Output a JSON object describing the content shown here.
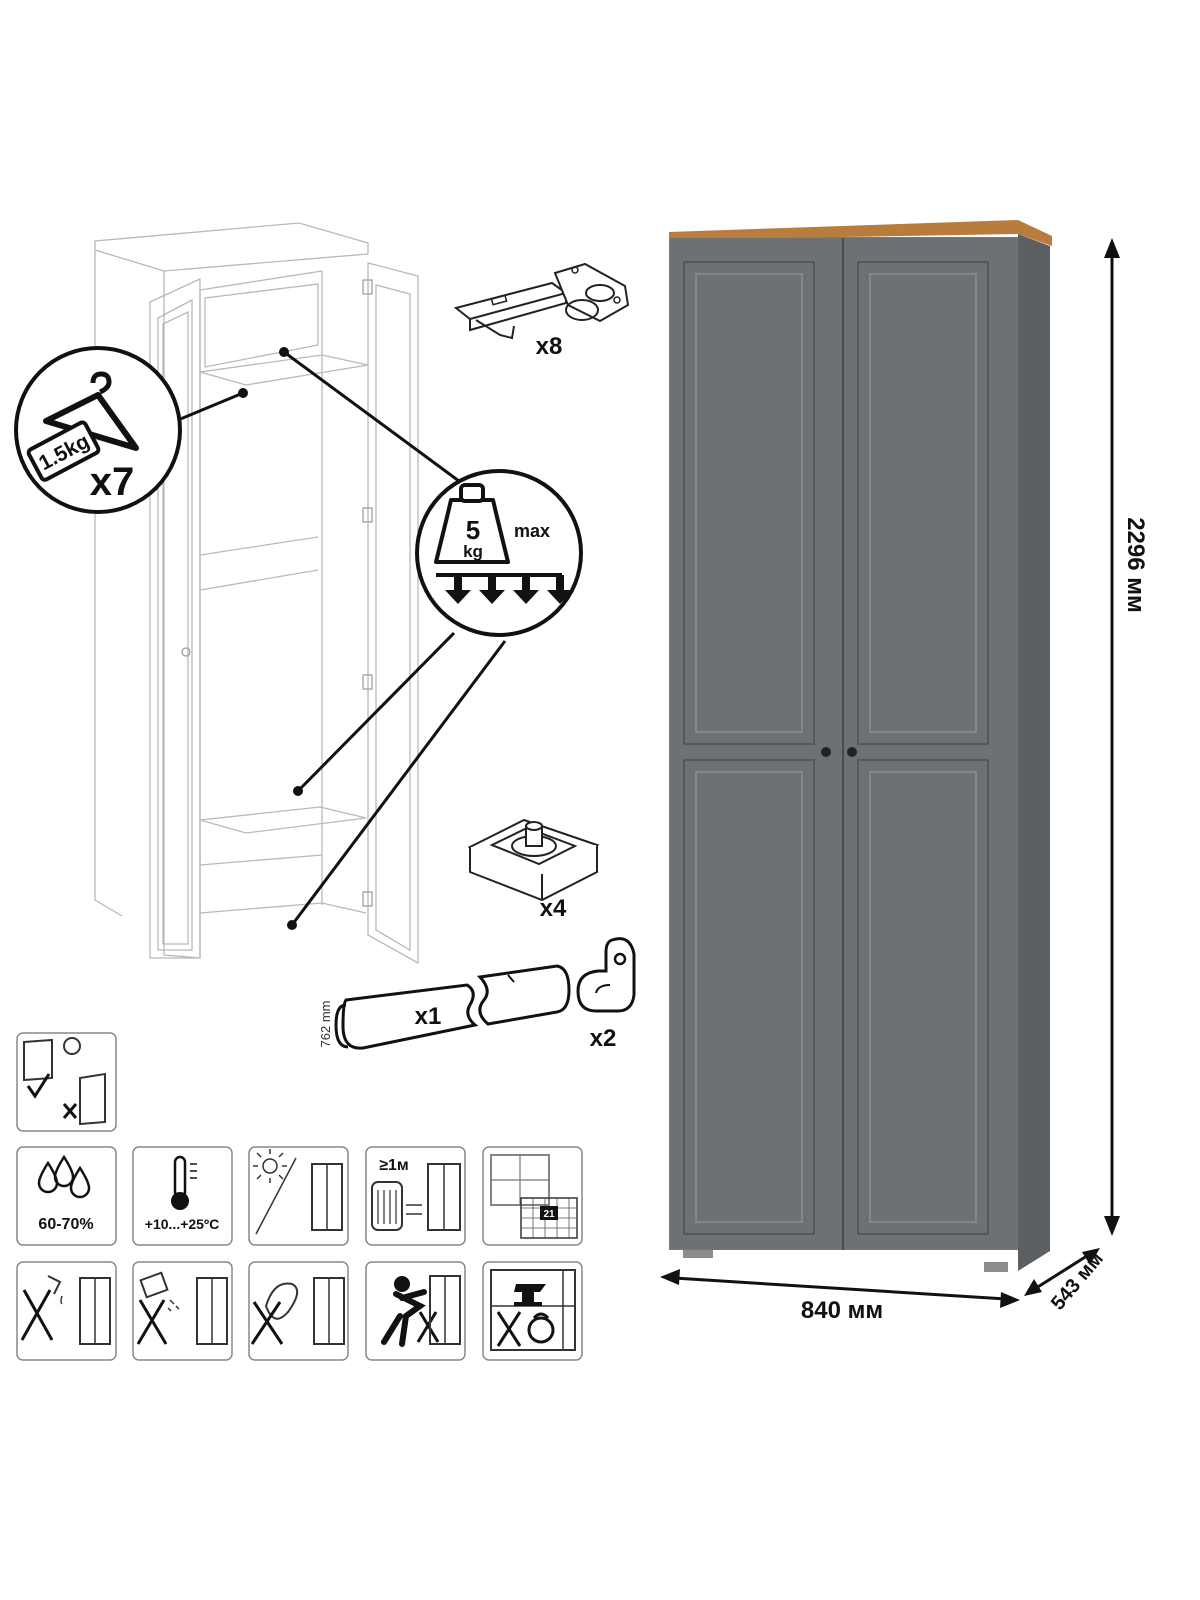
{
  "dimensions": {
    "height": "2296 мм",
    "width": "840 мм",
    "depth": "543 мм"
  },
  "callouts": {
    "hanger": {
      "weight": "1.5kg",
      "count": "x7"
    },
    "shelf_load": {
      "weight": "5",
      "unit": "kg",
      "suffix": "max"
    },
    "rail_length": "762 mm"
  },
  "parts": {
    "hinge_count": "x8",
    "foot_count": "x4",
    "rail_count": "x1",
    "bracket_count": "x2"
  },
  "care_icons": {
    "humidity": "60-70%",
    "temperature": "+10...+25ºC",
    "distance": "≥1м",
    "calendar_day": "21"
  },
  "colors": {
    "cabinet_body": "#76797b",
    "cabinet_door": "#6e7173",
    "worktop": "#b87c3c",
    "outline": "#b9b9b9",
    "ink": "#111111"
  }
}
